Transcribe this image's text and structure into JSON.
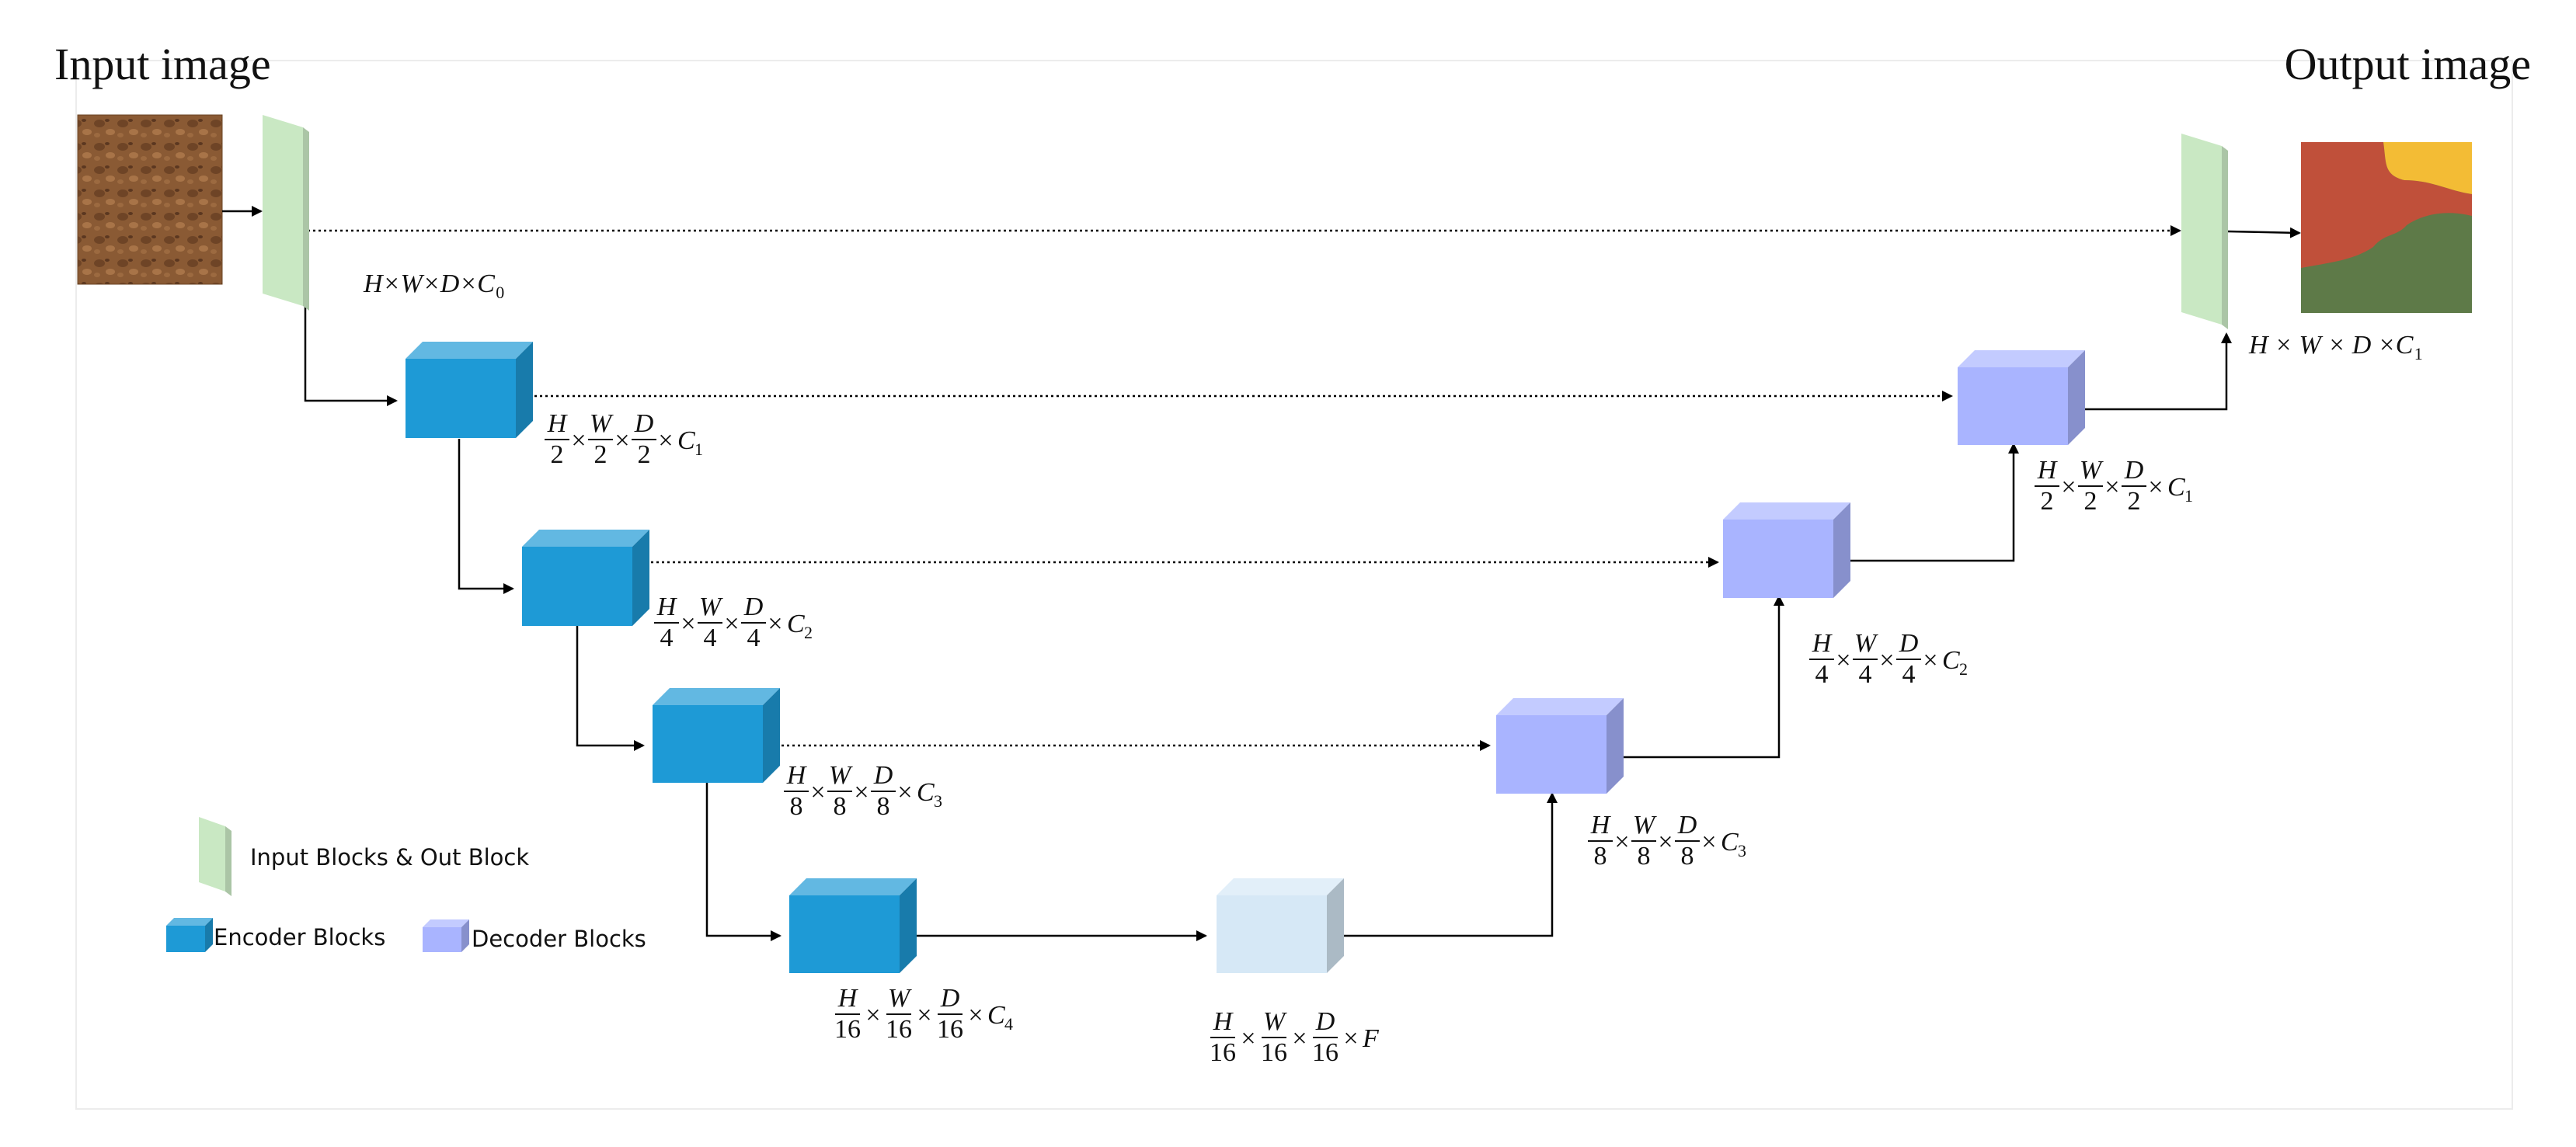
{
  "titles": {
    "input": "Input image",
    "output": "Output image"
  },
  "legend": {
    "input_out": "Input Blocks & Out Block",
    "encoder": "Encoder Blocks",
    "decoder": "Decoder Blocks"
  },
  "labels": {
    "in0": {
      "text": "H×W×D×",
      "var": "C",
      "sub": "0"
    },
    "out1": {
      "text": "H × W × D ×",
      "var": "C",
      "sub": "1"
    },
    "enc1": {
      "d": "2",
      "var": "C",
      "sub": "1"
    },
    "enc2": {
      "d": "4",
      "var": "C",
      "sub": "2"
    },
    "enc3": {
      "d": "8",
      "var": "C",
      "sub": "3"
    },
    "enc4": {
      "d": "16",
      "var": "C",
      "sub": "4"
    },
    "bottleneck": {
      "d": "16",
      "var": "F",
      "sub": ""
    },
    "dec3": {
      "d": "8",
      "var": "C",
      "sub": "3"
    },
    "dec2": {
      "d": "4",
      "var": "C",
      "sub": "2"
    },
    "dec1": {
      "d": "2",
      "var": "C",
      "sub": "1"
    }
  },
  "symbols": {
    "H": "H",
    "W": "W",
    "D": "D",
    "times": "×"
  },
  "colors": {
    "input_block": "#c9e8c3",
    "encoder_block": "#1e9ad6",
    "decoder_block": "#a9b4ff",
    "bottleneck_block": "#d6e8f6"
  }
}
